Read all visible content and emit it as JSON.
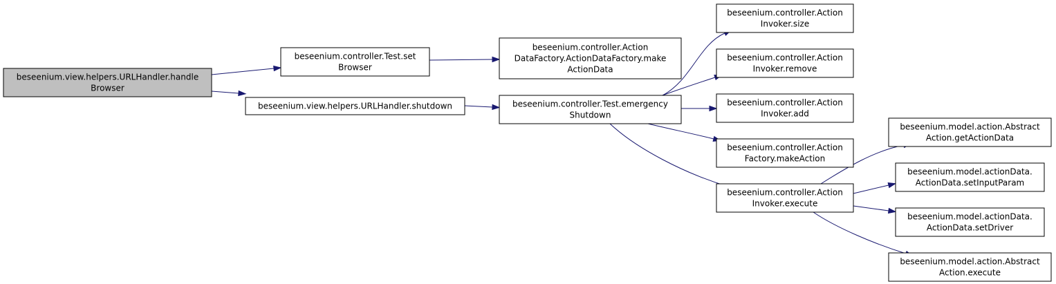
{
  "colors": {
    "edge": "#191970",
    "root_fill": "#bfbfbf",
    "node_fill": "#ffffff",
    "border": "#000000"
  },
  "nodes": [
    {
      "id": "handleBrowser",
      "lines": [
        "beseenium.view.helpers.URLHandler.handle",
        "Browser"
      ],
      "root": true
    },
    {
      "id": "setBrowser",
      "lines": [
        "beseenium.controller.Test.set",
        "Browser"
      ]
    },
    {
      "id": "shutdown",
      "lines": [
        "beseenium.view.helpers.URLHandler.shutdown"
      ]
    },
    {
      "id": "makeActionData",
      "lines": [
        "beseenium.controller.Action",
        "DataFactory.ActionDataFactory.make",
        "ActionData"
      ]
    },
    {
      "id": "emergencyShutdown",
      "lines": [
        "beseenium.controller.Test.emergency",
        "Shutdown"
      ]
    },
    {
      "id": "size",
      "lines": [
        "beseenium.controller.Action",
        "Invoker.size"
      ]
    },
    {
      "id": "remove",
      "lines": [
        "beseenium.controller.Action",
        "Invoker.remove"
      ]
    },
    {
      "id": "add",
      "lines": [
        "beseenium.controller.Action",
        "Invoker.add"
      ]
    },
    {
      "id": "makeAction",
      "lines": [
        "beseenium.controller.Action",
        "Factory.makeAction"
      ]
    },
    {
      "id": "execute",
      "lines": [
        "beseenium.controller.Action",
        "Invoker.execute"
      ]
    },
    {
      "id": "getActionData",
      "lines": [
        "beseenium.model.action.Abstract",
        "Action.getActionData"
      ]
    },
    {
      "id": "setInputParam",
      "lines": [
        "beseenium.model.actionData.",
        "ActionData.setInputParam"
      ]
    },
    {
      "id": "setDriver",
      "lines": [
        "beseenium.model.actionData.",
        "ActionData.setDriver"
      ]
    },
    {
      "id": "abstractExecute",
      "lines": [
        "beseenium.model.action.Abstract",
        "Action.execute"
      ]
    }
  ],
  "edges": [
    {
      "from": "handleBrowser",
      "to": "setBrowser"
    },
    {
      "from": "handleBrowser",
      "to": "shutdown"
    },
    {
      "from": "setBrowser",
      "to": "makeActionData"
    },
    {
      "from": "shutdown",
      "to": "emergencyShutdown"
    },
    {
      "from": "emergencyShutdown",
      "to": "size"
    },
    {
      "from": "emergencyShutdown",
      "to": "remove"
    },
    {
      "from": "emergencyShutdown",
      "to": "add"
    },
    {
      "from": "emergencyShutdown",
      "to": "makeAction"
    },
    {
      "from": "emergencyShutdown",
      "to": "execute"
    },
    {
      "from": "execute",
      "to": "getActionData"
    },
    {
      "from": "execute",
      "to": "setInputParam"
    },
    {
      "from": "execute",
      "to": "setDriver"
    },
    {
      "from": "execute",
      "to": "abstractExecute"
    }
  ]
}
